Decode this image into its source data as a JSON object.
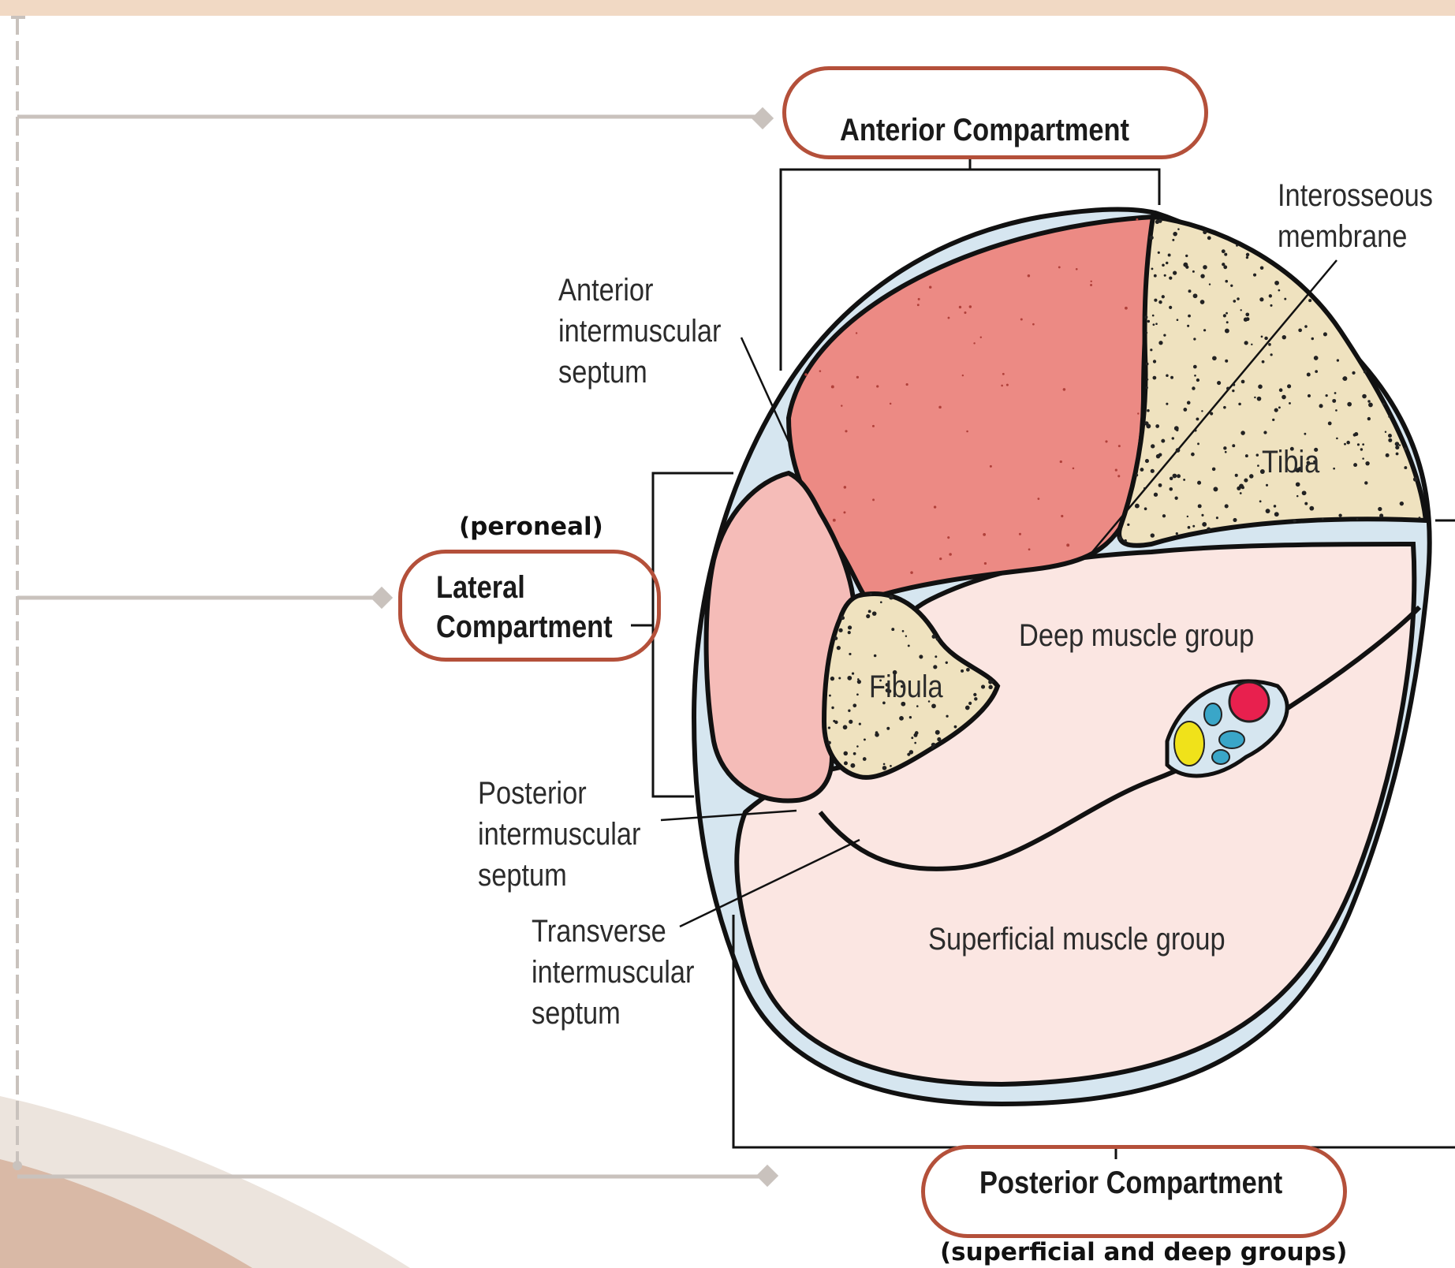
{
  "compartments": {
    "anterior": "Anterior Compartment",
    "lateral_line1": "Lateral",
    "lateral_line2": "Compartment",
    "lateral_note": "(peroneal)",
    "posterior": "Posterior Compartment",
    "posterior_note": "(superficial and deep groups)"
  },
  "labels": {
    "interosseous_line1": "Interosseous",
    "interosseous_line2": "membrane",
    "anterior_septum_line1": "Anterior",
    "anterior_septum_line2": "intermuscular",
    "anterior_septum_line3": "septum",
    "tibia": "Tibia",
    "fibula": "Fibula",
    "deep_group": "Deep muscle group",
    "superficial_group": "Superficial muscle group",
    "posterior_septum_line1": "Posterior",
    "posterior_septum_line2": "intermuscular",
    "posterior_septum_line3": "septum",
    "transverse_septum_line1": "Transverse",
    "transverse_septum_line2": "intermuscular",
    "transverse_septum_line3": "septum"
  },
  "colors": {
    "accent_outline": "#b4503a",
    "anterior_muscle": "#ec8a84",
    "lateral_muscle": "#f5bcb8",
    "posterior_muscle": "#fbe6e2",
    "bone": "#efe2bf",
    "fascia": "#d6e6f0",
    "artery": "#e8204e",
    "vein": "#3aa6c8",
    "nerve": "#f0e21a",
    "connector": "#c9c2bd"
  }
}
